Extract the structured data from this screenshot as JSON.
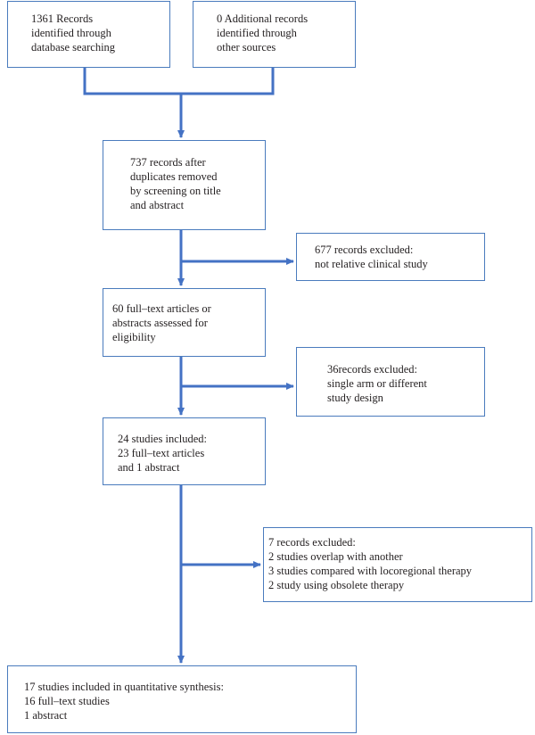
{
  "diagram": {
    "line_color": "#4472c4",
    "box_border_color": "#4a7bbd",
    "boxes": {
      "db_search": [
        "1361 Records",
        "identified through",
        "database searching"
      ],
      "other_sources": [
        "0 Additional records",
        "identified through",
        "other sources"
      ],
      "after_duplicates": [
        "737 records after",
        "duplicates removed",
        "by screening on title",
        "and abstract"
      ],
      "excluded_677": [
        "677 records excluded:",
        "not relative clinical study"
      ],
      "assessed": [
        "60 full–text articles or",
        "abstracts assessed for",
        "eligibility"
      ],
      "excluded_36": [
        "36records excluded:",
        "single arm or different",
        "study design"
      ],
      "included_24": [
        "24 studies included:",
        "23 full–text articles",
        "and 1 abstract"
      ],
      "excluded_7": [
        "7 records excluded:",
        "2 studies overlap with another",
        "3 studies compared with locoregional therapy",
        "2 study using obsolete therapy"
      ],
      "final": [
        "17 studies included in quantitative synthesis:",
        "16 full–text studies",
        "1 abstract"
      ]
    }
  }
}
